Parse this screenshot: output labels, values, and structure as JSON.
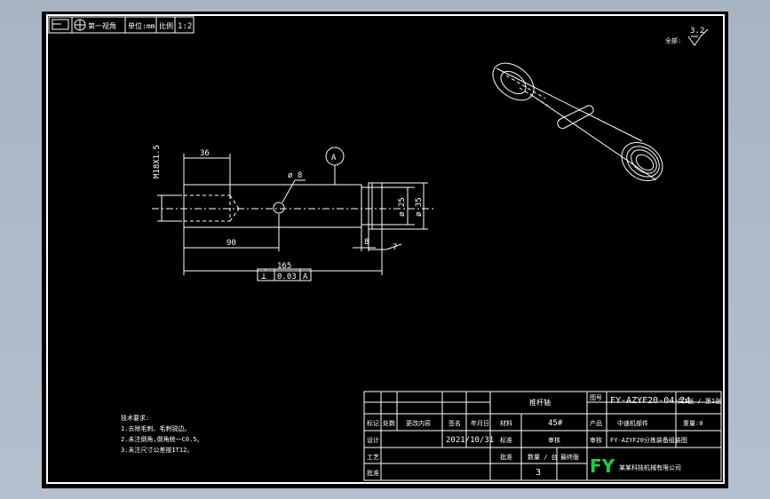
{
  "toolbar": {
    "page_label": "第一视角",
    "scale_label": "单位:mm",
    "ratio_label": "比例",
    "ratio_value": "1:2"
  },
  "roughness": {
    "prefix": "全部:",
    "value": "3.2"
  },
  "datum": {
    "letter": "A"
  },
  "dimensions": {
    "thread": "M18X1.5",
    "length_36": "36",
    "hole_dia": "ø 8",
    "length_90": "90",
    "length_165": "165",
    "dim_8": "8",
    "dim_7": "7",
    "dia_25": "ø 25",
    "dia_35": "ø 35"
  },
  "tolerance": {
    "symbol": "⊥",
    "value": "0.03",
    "datum": "A"
  },
  "notes": {
    "title": "技术要求:",
    "items": [
      "1.去除毛刺、毛刺锐边。",
      "2.未注倒角,倒角统一C0.5。",
      "3.未注尺寸公差按IT12。"
    ]
  },
  "title_block": {
    "part_name": "推杆轴",
    "drawing_no": "FY-AZYF20-04-24",
    "sheet": "共1张 / 第1张",
    "material_label": "材料",
    "material": "45#",
    "product_label": "产品",
    "product": "中速机部件",
    "weight": "重量:0",
    "mark_label": "标记",
    "count_label": "处数",
    "change_label": "更改内容",
    "sign_label": "签名",
    "date_label": "年月日",
    "designer_label": "设计",
    "date": "2021/10/31",
    "standard_label": "标准",
    "standard": "审核",
    "project": "FY-AZYF20分拣装备组装图",
    "review_label": "审核",
    "process_label": "工艺",
    "qty_label": "数量 / 台",
    "qty": "3",
    "remark_label": "最终版",
    "approve_label": "批准",
    "logo": "FY",
    "company": "某某科技机械有限公司"
  }
}
